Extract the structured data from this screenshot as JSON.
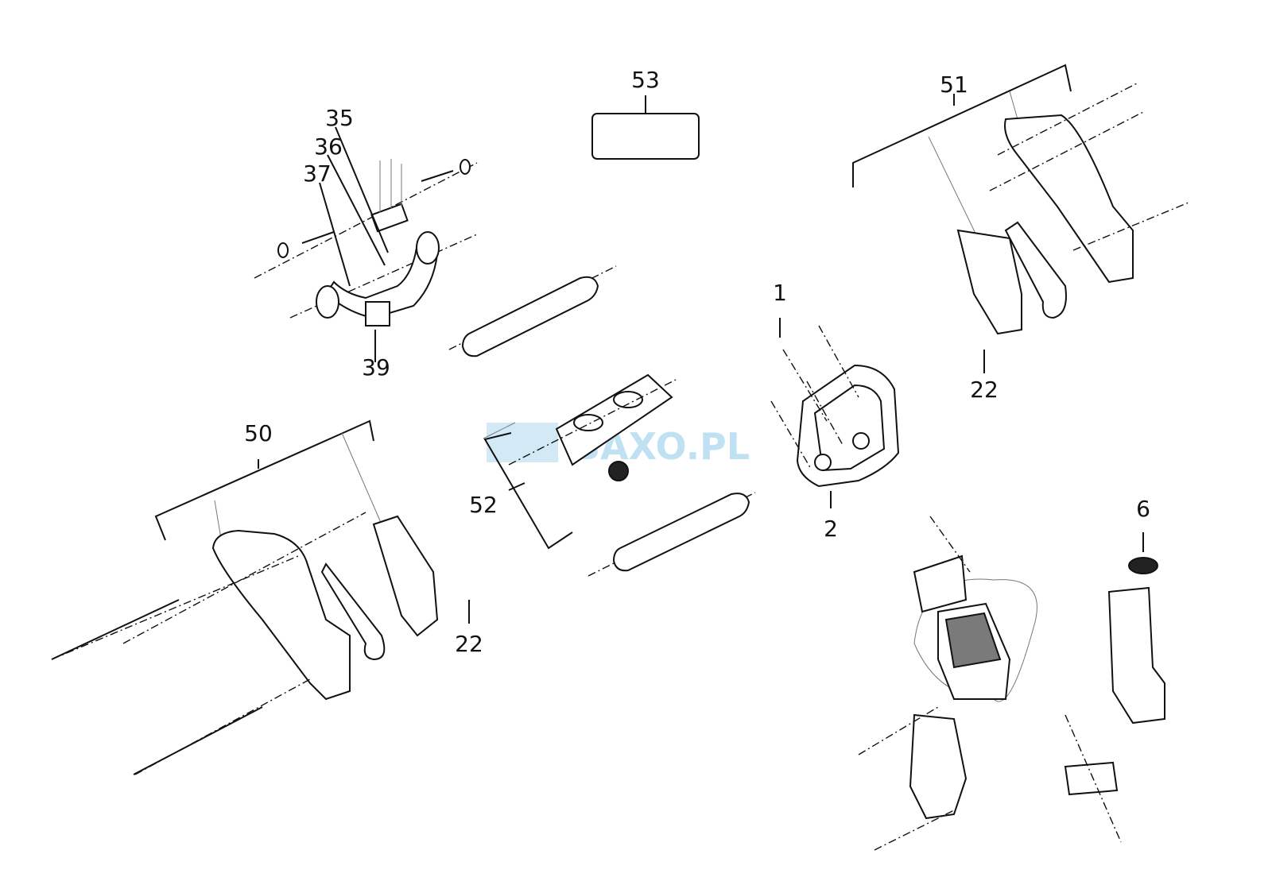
{
  "diagram": {
    "watermark": "BAXO.PL",
    "labels": {
      "l53": "53",
      "l35": "35",
      "l36": "36",
      "l37": "37",
      "l39": "39",
      "l51": "51",
      "l1": "1",
      "l22a": "22",
      "l50": "50",
      "l52": "52",
      "l2": "2",
      "l6": "6",
      "l22b": "22"
    }
  }
}
